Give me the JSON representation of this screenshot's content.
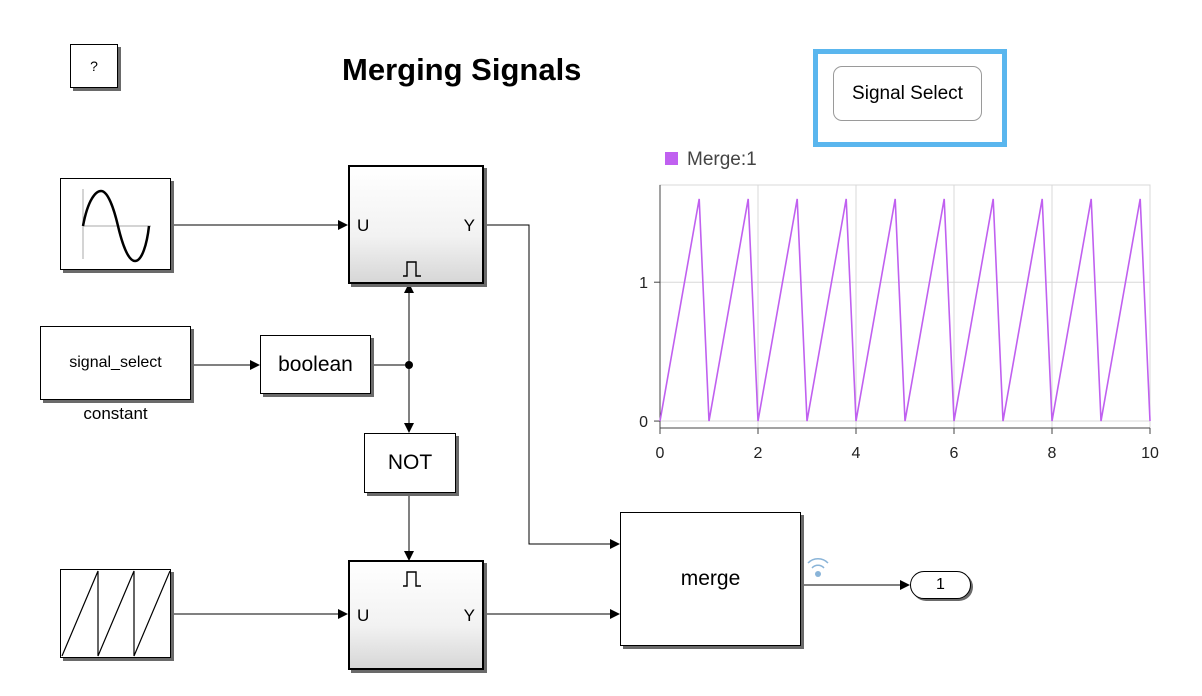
{
  "title": "Merging Signals",
  "help_button": "?",
  "signal_select_button": "Signal Select",
  "blocks": {
    "constant_value": "signal_select",
    "constant_caption": "constant",
    "boolean": "boolean",
    "not": "NOT",
    "merge": "merge",
    "enabled_top": {
      "in": "U",
      "out": "Y"
    },
    "enabled_bottom": {
      "in": "U",
      "out": "Y"
    },
    "outport": "1"
  },
  "colors": {
    "highlight": "#5ab6ee",
    "series": "#c060f0",
    "grid": "#d8d8d8",
    "signal_icon": "#8ab4d8"
  },
  "chart_data": {
    "type": "line",
    "title": "",
    "xlabel": "",
    "ylabel": "",
    "xlim": [
      0,
      10
    ],
    "ylim": [
      -0.05,
      1.7
    ],
    "xticks": [
      0,
      2,
      4,
      6,
      8,
      10
    ],
    "yticks": [
      0,
      1
    ],
    "grid": true,
    "legend": "top-left",
    "series": [
      {
        "name": "Merge:1",
        "x": [
          0,
          0.8,
          1.0,
          1.8,
          2.0,
          2.8,
          3.0,
          3.8,
          4.0,
          4.8,
          5.0,
          5.8,
          6.0,
          6.8,
          7.0,
          7.8,
          8.0,
          8.8,
          9.0,
          9.8,
          10.0
        ],
        "y": [
          0,
          1.6,
          0,
          1.6,
          0,
          1.6,
          0,
          1.6,
          0,
          1.6,
          0,
          1.6,
          0,
          1.6,
          0,
          1.6,
          0,
          1.6,
          0,
          1.6,
          0
        ]
      }
    ]
  }
}
